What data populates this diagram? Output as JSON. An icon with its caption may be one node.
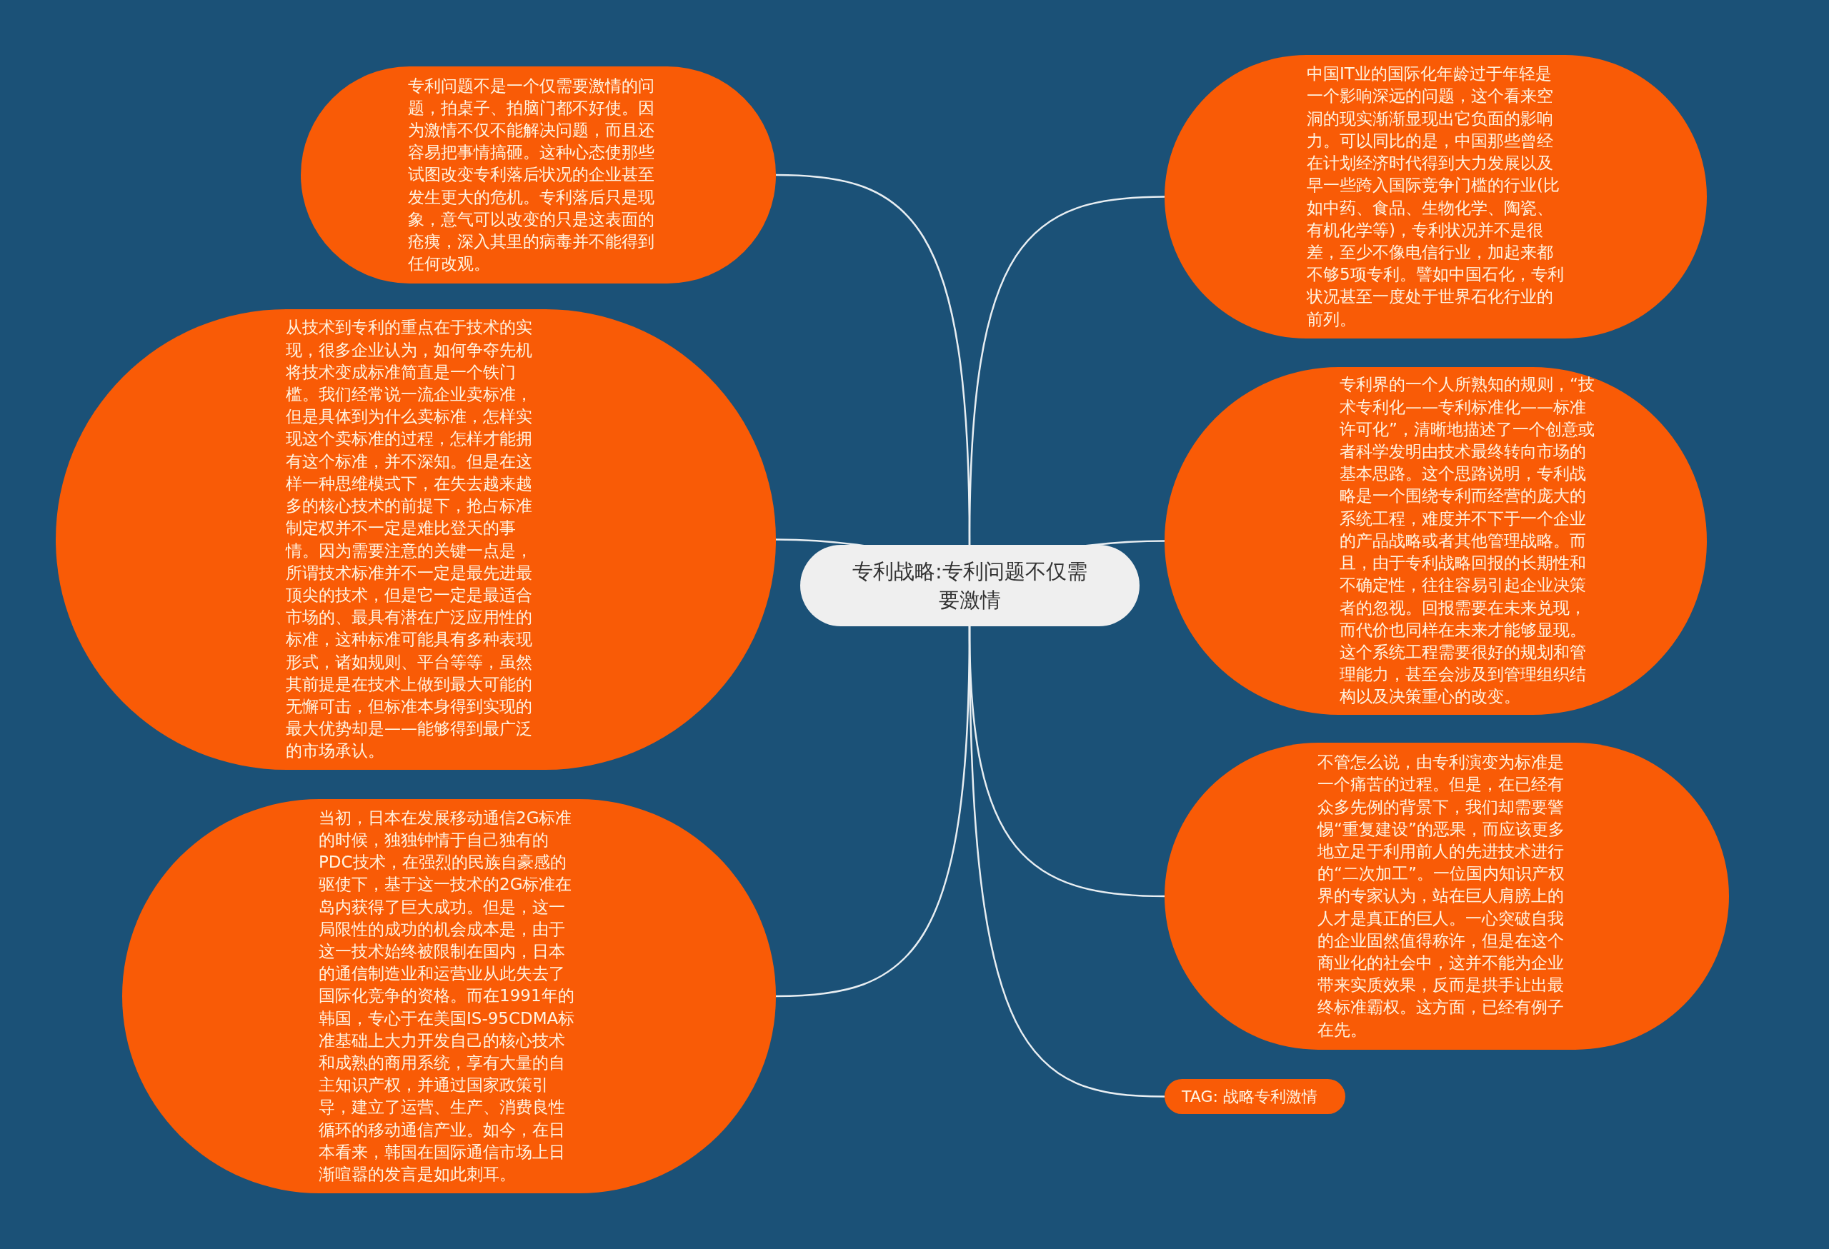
{
  "diagram": {
    "nodes": [
      {
        "text": [
          "专利战略:专利问题不仅需要激情"
        ]
      },
      {
        "text": [
          "专利问题不是一个仅需要激情的问题，拍桌子、拍脑门都不好使。因为激情不仅不能解决问题，而且还容易把事情搞砸。这种心态使那些试图改变专利落后状况的企业甚至发生更大的危机。专利落后只是现象，意气可以改变的只是这表面的疮痍，深入其里的病毒并不能得到任何改观。"
        ]
      },
      {
        "text": [
          "从技术到专利的重点在于技术的实现，很多企业认为，如何争夺先机将技术变成标准简直是一个铁门槛。我们经常说一流企业卖标准，但是具体到为什么卖标准，怎样实现这个卖标准的过程，怎样才能拥有这个标准，并不深知。但是在这样一种思维模式下，在失去越来越多的核心技术的前提下，抢占标准制定权并不一定是难比登天的事情。因为需要注意的关键一点是，所谓技术标准并不一定是最先进最顶尖的技术，但是它一定是最适合市场的、最具有潜在广泛应用性的标准，这种标准可能具有多种表现形式，诸如规则、平台等等，虽然其前提是在技术上做到最大可能的无懈可击，但标准本身得到实现的最大优势却是——能够得到最广泛的市场承认。"
        ]
      },
      {
        "text": [
          "当初，日本在发展移动通信2G标准的时候，独独钟情于自己独有的PDC技术，在强烈的民族自豪感的驱使下，基于这一技术的2G标准在岛内获得了巨大成功。但是，这一局限性的成功的机会成本是，由于这一技术始终被限制在国内，日本的通信制造业和运营业从此失去了国际化竞争的资格。而在1991年的韩国，专心于在美国IS-95CDMA标准基础上大力开发自己的核心技术和成熟的商用系统，享有大量的自主知识产权，并通过国家政策引导，建立了运营、生产、消费良性循环的移动通信产业。如今，在日本看来，韩国在国际通信市场上日渐喧嚣的发言是如此刺耳。"
        ]
      },
      {
        "text": [
          "中国IT业的国际化年龄过于年轻是一个影响深远的问题，这个看来空洞的现实渐渐显现出它负面的影响力。可以同比的是，中国那些曾经在计划经济时代得到大力发展以及早一些跨入国际竞争门槛的行业(比如中药、食品、生物化学、陶瓷、有机化学等)，专利状况并不是很差，至少不像电信行业，加起来都不够5项专利。譬如中国石化，专利状况甚至一度处于世界石化行业的前列。"
        ]
      },
      {
        "text": [
          "专利界的一个人所熟知的规则，“技术专利化——专利标准化——标准许可化”，清晰地描述了一个创意或者科学发明由技术最终转向市场的基本思路。这个思路说明，专利战略是一个围绕专利而经营的庞大的系统工程，难度并不下于一个企业的产品战略或者其他管理战略。而且，由于专利战略回报的长期性和不确定性，往往容易引起企业决策者的忽视。回报需要在未来兑现，而代价也同样在未来才能够显现。这个系统工程需要很好的规划和管理能力，甚至会涉及到管理组织结构以及决策重心的改变。"
        ]
      },
      {
        "text": [
          "不管怎么说，由专利演变为标准是一个痛苦的过程。但是，在已经有众多先例的背景下，我们却需要警惕“重复建设”的恶果，而应该更多地立足于利用前人的先进技术进行的“二次加工”。一位国内知识产权界的专家认为，站在巨人肩膀上的人才是真正的巨人。一心突破自我的企业固然值得称许，但是在这个商业化的社会中，这并不能为企业带来实质效果，反而是拱手让出最终标准霸权。这方面，已经有例子在先。"
        ]
      },
      {
        "text": [
          "TAG: 战略专利激情"
        ]
      }
    ],
    "edges": [
      {
        "from": 0,
        "to": 1,
        "arrow": "none"
      },
      {
        "from": 0,
        "to": 2,
        "arrow": "none"
      },
      {
        "from": 0,
        "to": 3,
        "arrow": "none"
      },
      {
        "from": 0,
        "to": 4,
        "arrow": "none"
      },
      {
        "from": 0,
        "to": 5,
        "arrow": "none"
      },
      {
        "from": 0,
        "to": 6,
        "arrow": "none"
      },
      {
        "from": 0,
        "to": 7,
        "arrow": "none"
      }
    ]
  }
}
